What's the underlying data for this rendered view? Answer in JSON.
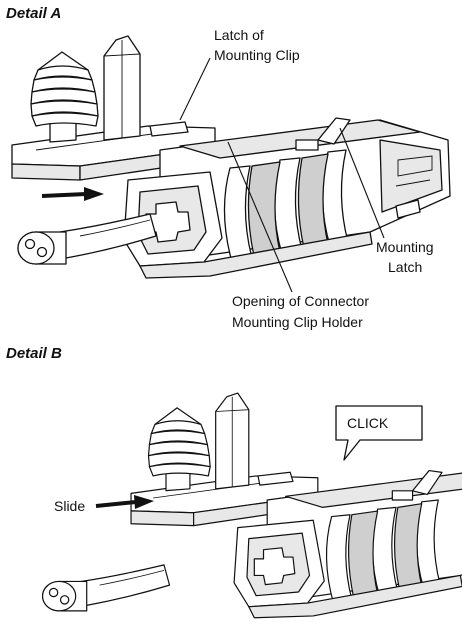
{
  "detail_a": {
    "title": "Detail A",
    "callouts": {
      "latch_clip_line1": "Latch of",
      "latch_clip_line2": "Mounting Clip",
      "mounting_latch_line1": "Mounting",
      "mounting_latch_line2": "Latch",
      "opening_line1": "Opening of Connector",
      "opening_line2": "Mounting Clip Holder"
    },
    "icons": [
      "fir-tree-clip-icon",
      "connector-icon",
      "arrow-icon",
      "wire-harness-icon"
    ]
  },
  "detail_b": {
    "title": "Detail B",
    "callouts": {
      "slide": "Slide",
      "click": "CLICK"
    },
    "icons": [
      "fir-tree-clip-icon",
      "connector-icon",
      "arrow-icon",
      "wire-harness-icon"
    ]
  }
}
